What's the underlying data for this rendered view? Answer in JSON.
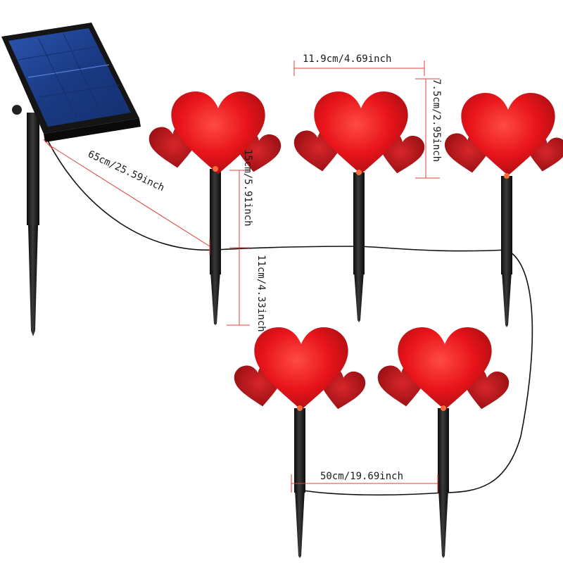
{
  "measurements": {
    "width": "11.9cm/4.69inch",
    "height": "7.5cm/2.95inch",
    "cable_panel": "65cm/25.59inch",
    "head_height": "15cm/5.91inch",
    "stake_length": "11cm/4.33inch",
    "spacing": "50cm/19.69inch"
  },
  "colors": {
    "heart_red": "#e8141a",
    "heart_dark": "#a80e12",
    "stake": "#1c1c1c",
    "panel_cell": "#1f3f8a",
    "dimension_line": "#e0403a"
  }
}
